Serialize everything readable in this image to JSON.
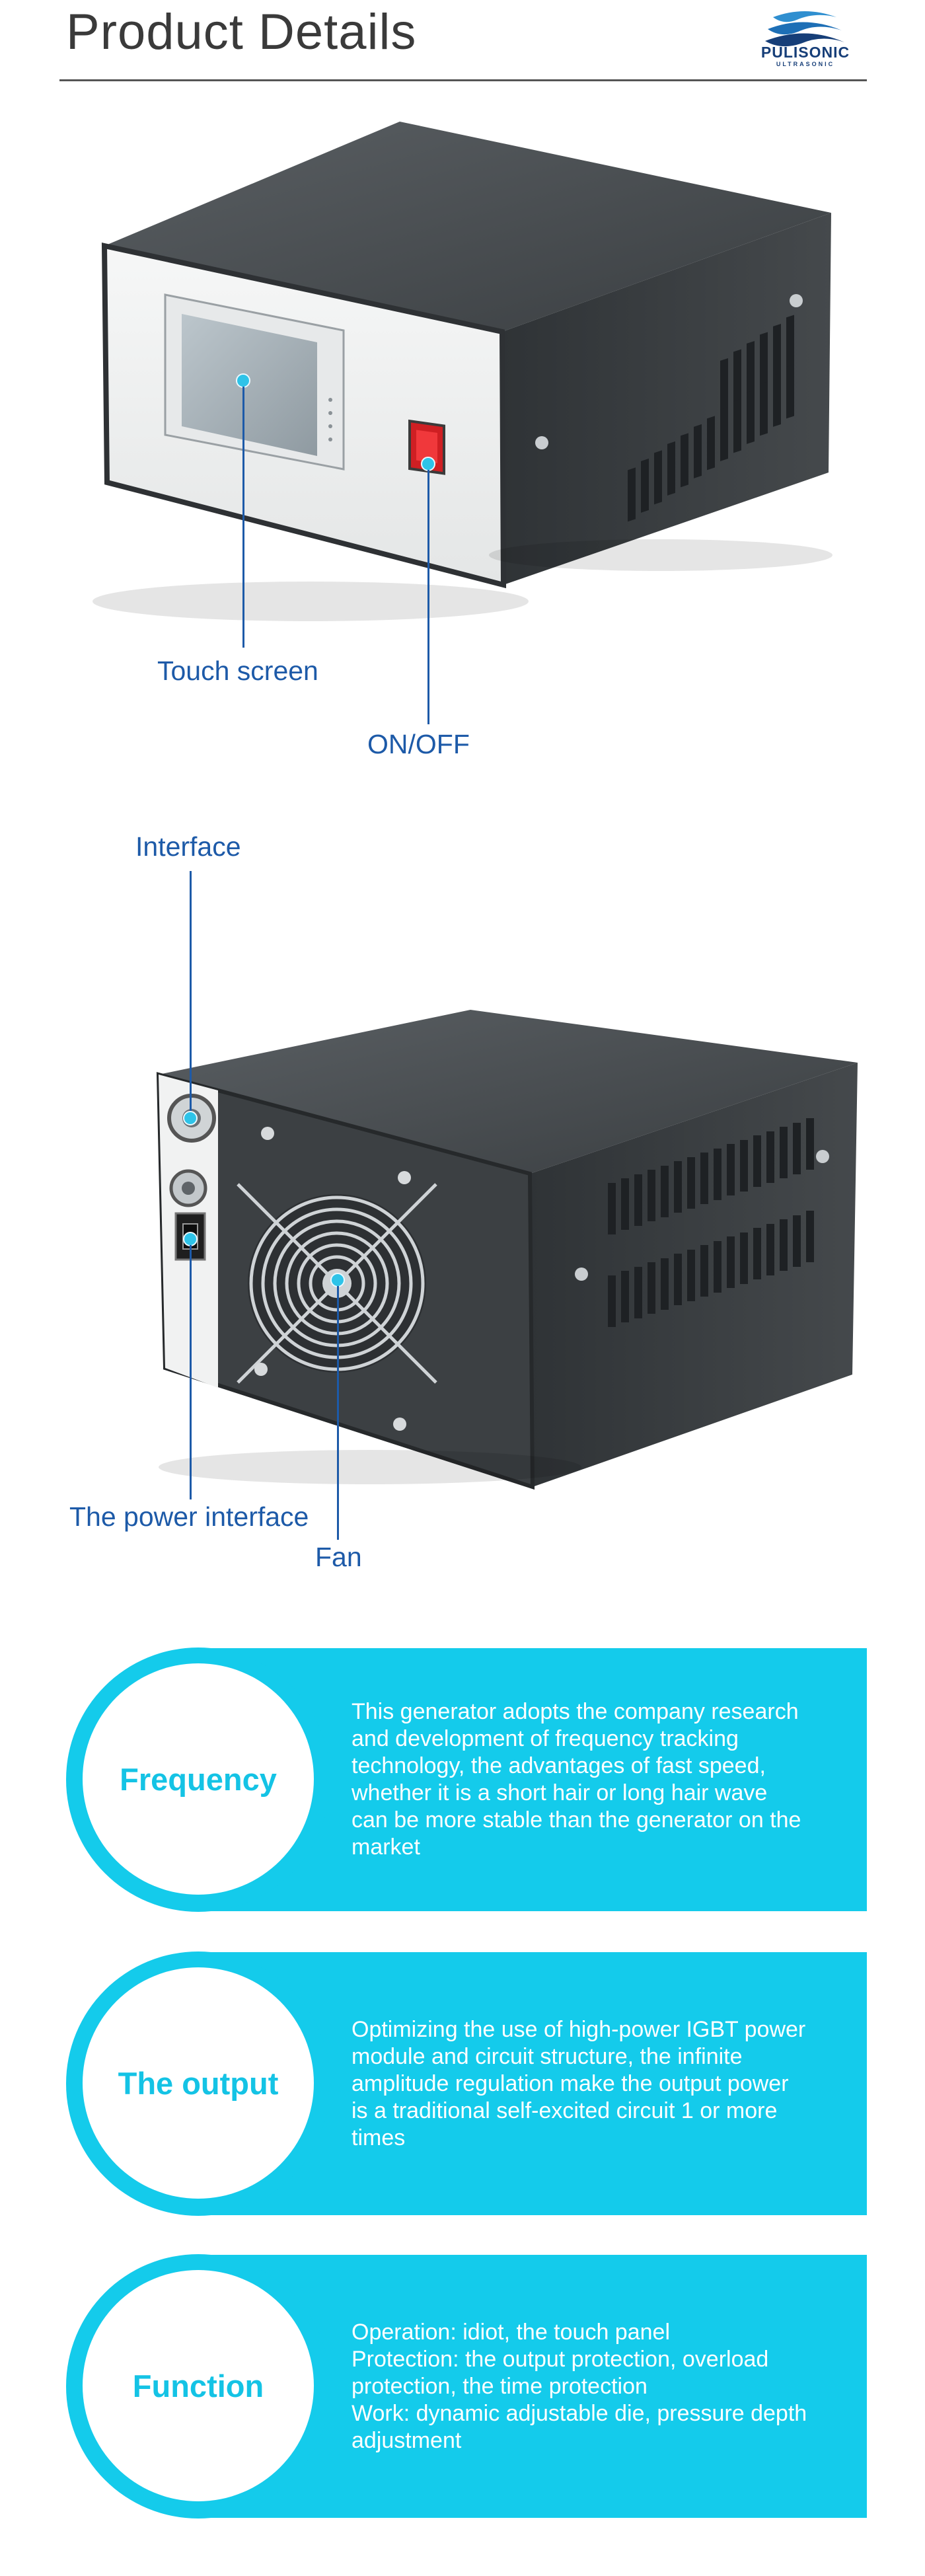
{
  "header": {
    "title": "Product Details",
    "logo_text": "PULISONIC",
    "logo_subtext": "ULTRASONIC"
  },
  "front_view": {
    "touch_screen_label": "Touch screen",
    "on_off_label": "ON/OFF"
  },
  "rear_view": {
    "interface_label": "Interface",
    "power_interface_label": "The power interface",
    "fan_label": "Fan"
  },
  "features": [
    {
      "heading": "Frequency",
      "text": "This generator adopts the company research\nand development of frequency tracking\ntechnology, the advantages of fast speed,\nwhether it is a short hair or long hair wave\ncan be more stable than the generator on the\nmarket"
    },
    {
      "heading": "The output",
      "text": "Optimizing the use of high-power IGBT power\nmodule and circuit structure, the infinite\namplitude regulation make the output power\n is a traditional self-excited circuit 1 or more\ntimes"
    },
    {
      "heading": "Function",
      "text": "Operation: idiot, the touch panel\nProtection: the output protection, overload\nprotection, the time protection\nWork: dynamic adjustable die, pressure depth\nadjustment"
    }
  ],
  "colors": {
    "accent_cyan": "#14cbeb",
    "label_blue": "#1d5aa8",
    "logo_navy": "#163e78",
    "case_dark": "#3e4246",
    "panel_white": "#f2f3f3",
    "switch_red": "#e0262a"
  }
}
